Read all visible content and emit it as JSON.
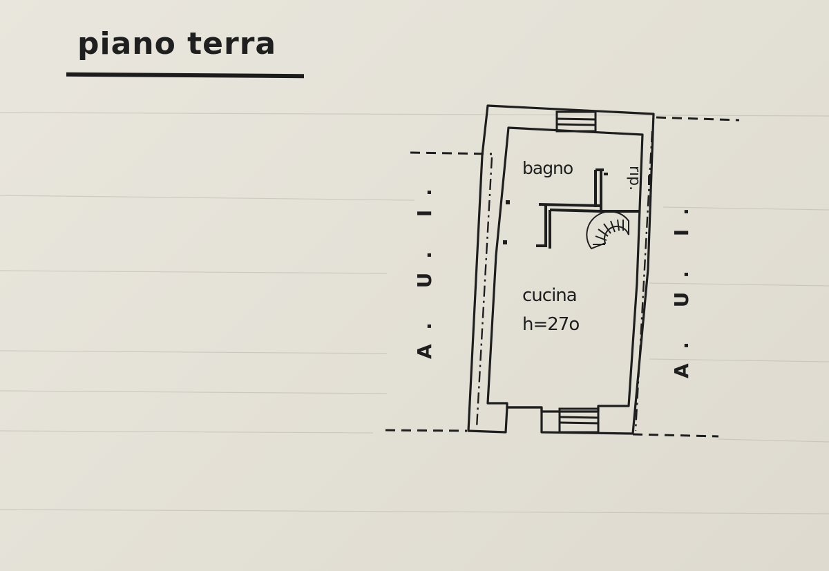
{
  "title": "piano terra",
  "rooms": {
    "bathroom": "bagno",
    "storage": "rip.",
    "kitchen": "cucina",
    "kitchen_height": "h=27o"
  },
  "neighbors": {
    "left": "A. U. I.",
    "right": "A. U. I."
  },
  "colors": {
    "paper": "#e6e3da",
    "ink": "#1e1e1e"
  }
}
